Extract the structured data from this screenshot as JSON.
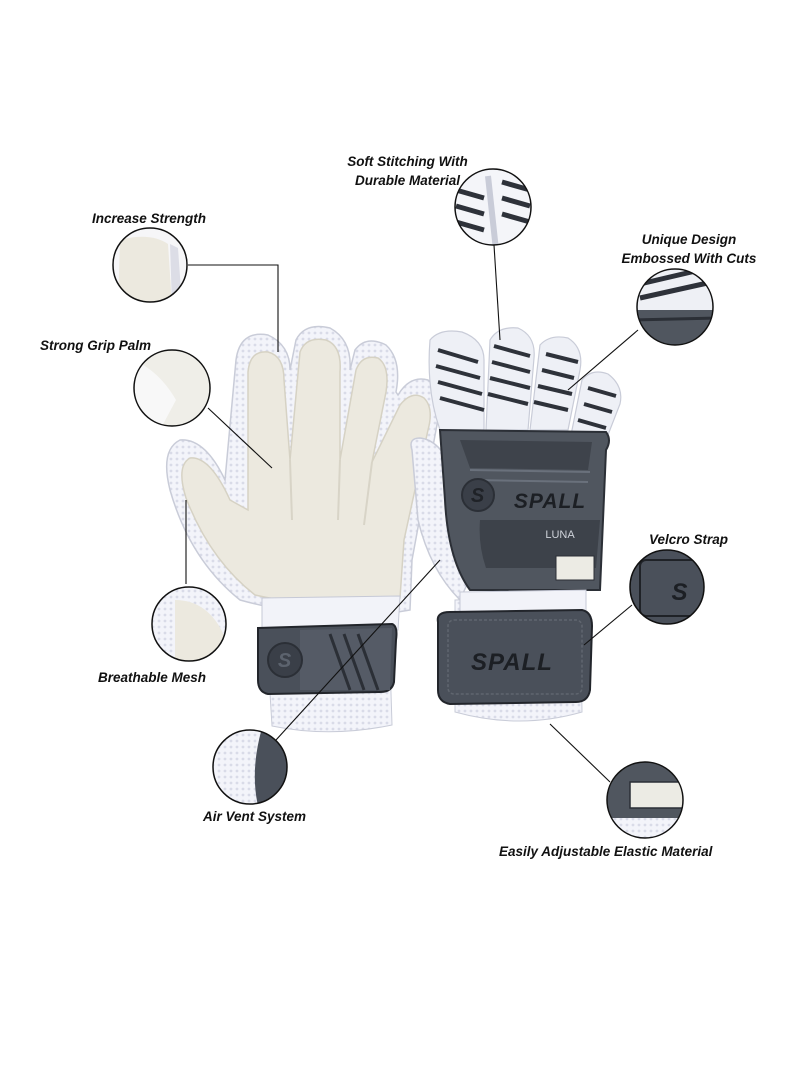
{
  "brand": "SPALL",
  "model": "LUNA",
  "logo_mark": "S",
  "colors": {
    "latex": "#ece9df",
    "mesh": "#f4f5fb",
    "strap": "#4a505a",
    "strap_dark": "#2b2f36",
    "stripe": "#2e323a",
    "accent": "#e8e8ec"
  },
  "callouts": {
    "increase_strength": "Increase Strength",
    "strong_grip_palm": "Strong Grip Palm",
    "soft_stitching_1": "Soft Stitching With",
    "soft_stitching_2": "Durable Material",
    "unique_design_1": "Unique Design",
    "unique_design_2": "Embossed With Cuts",
    "velcro_strap": "Velcro Strap",
    "breathable_mesh": "Breathable Mesh",
    "air_vent_system": "Air Vent System",
    "easily_adjustable": "Easily Adjustable Elastic Material"
  }
}
